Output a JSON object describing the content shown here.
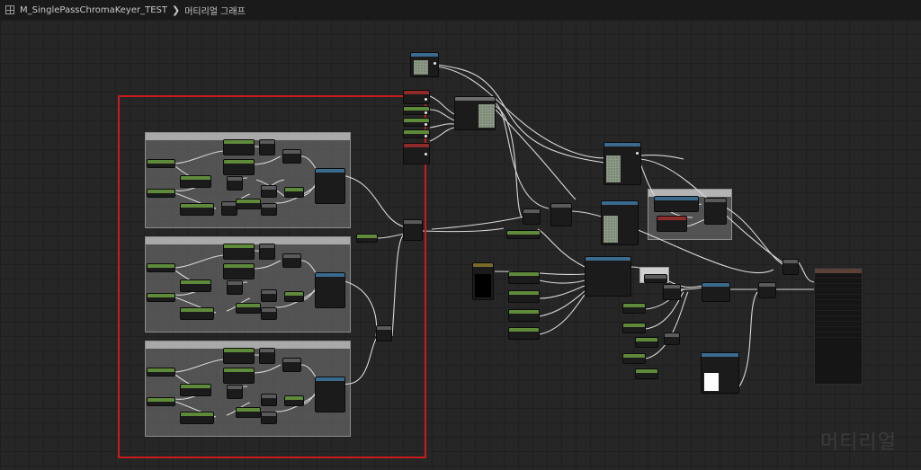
{
  "title_bar": {
    "grid_icon": "graph-grid-icon",
    "asset_name": "M_SinglePassChromaKeyer_TEST",
    "separator": "❯",
    "current_view": "머티리얼 그래프"
  },
  "graph": {
    "watermark": "머티리얼",
    "selection_color": "#c81c1c",
    "wire_color": "#d8d8d8",
    "node_header_colors": {
      "parameter": "#5f8a3a",
      "function": "#3a6a8e",
      "texture": "#8e2a2a",
      "math": "#5a5a5a"
    }
  }
}
